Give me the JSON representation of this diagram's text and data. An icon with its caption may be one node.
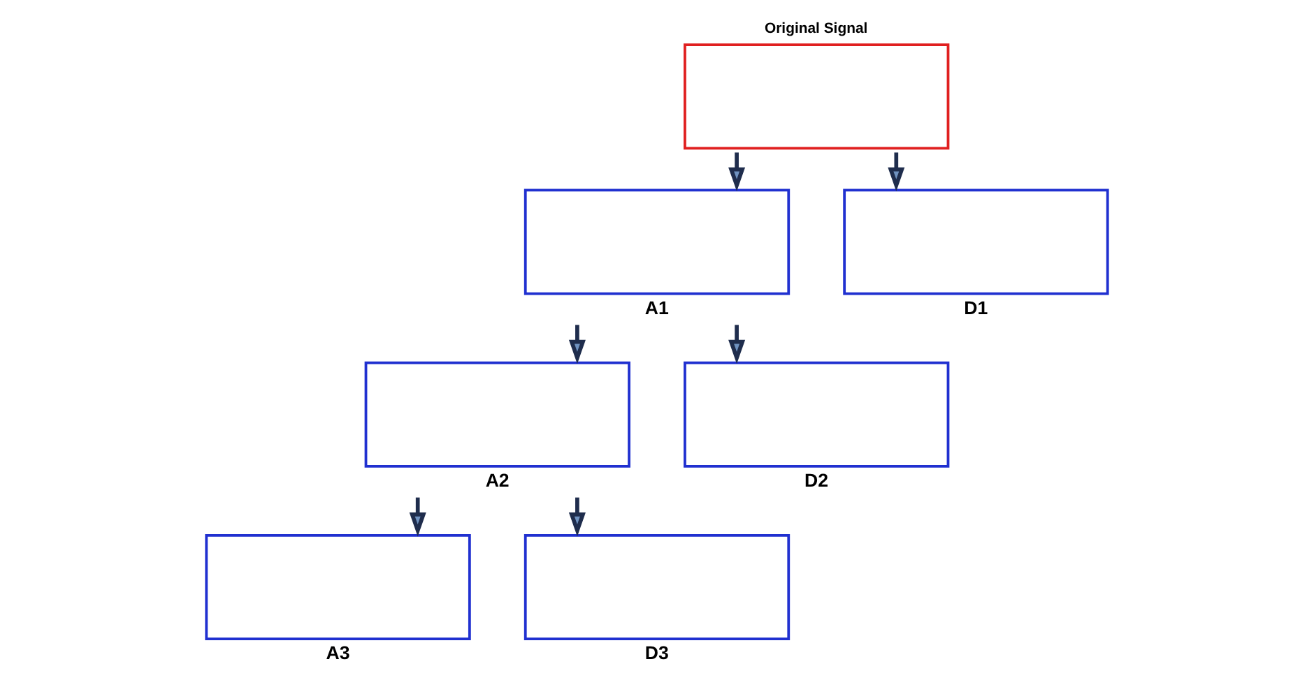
{
  "diagram": {
    "nodes": [
      {
        "text": [
          "Original Signal"
        ]
      },
      {
        "text": [
          "A1"
        ]
      },
      {
        "text": [
          "D1"
        ]
      },
      {
        "text": [
          "A2"
        ]
      },
      {
        "text": [
          "D2"
        ]
      },
      {
        "text": [
          "A3"
        ]
      },
      {
        "text": [
          "D3"
        ]
      }
    ],
    "edges": [
      {
        "from": 0,
        "to": 1,
        "arrow": "to"
      },
      {
        "from": 0,
        "to": 2,
        "arrow": "to"
      },
      {
        "from": 1,
        "to": 3,
        "arrow": "to"
      },
      {
        "from": 1,
        "to": 4,
        "arrow": "to"
      },
      {
        "from": 3,
        "to": 5,
        "arrow": "to"
      },
      {
        "from": 3,
        "to": 6,
        "arrow": "to"
      }
    ]
  }
}
